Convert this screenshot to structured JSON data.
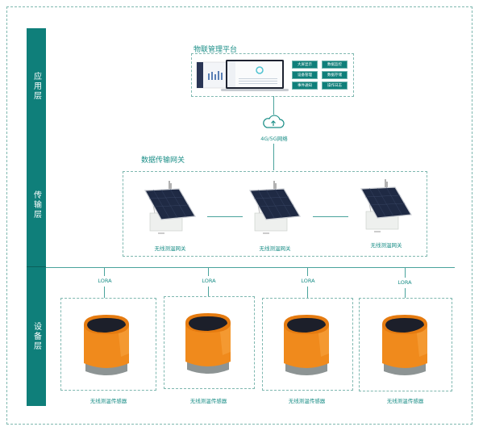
{
  "layers": [
    {
      "label": "应用层"
    },
    {
      "label": "传输层"
    },
    {
      "label": "设备层"
    }
  ],
  "platform": {
    "title": "物联管理平台",
    "buttons": [
      "大屏显示",
      "数据监控",
      "设备管理",
      "数据存储",
      "事件通知",
      "操作日志"
    ]
  },
  "network": {
    "label": "4G/5G网络",
    "icon": "cloud-upload-icon"
  },
  "gateway_group": {
    "title": "数据传输网关",
    "gateways": [
      {
        "label": "无线测温网关"
      },
      {
        "label": "无线测温网关"
      },
      {
        "label": "无线测温网关"
      }
    ]
  },
  "sensors": [
    {
      "protocol": "LORA",
      "label": "无线测温传感器"
    },
    {
      "protocol": "LORA",
      "label": "无线测温传感器"
    },
    {
      "protocol": "LORA",
      "label": "无线测温传感器"
    },
    {
      "protocol": "LORA",
      "label": "无线测温传感器"
    }
  ],
  "colors": {
    "primary": "#0f7f7a",
    "line": "#4aa39c",
    "dash": "#7fb8b0",
    "sensor_orange": "#f08a1c"
  }
}
